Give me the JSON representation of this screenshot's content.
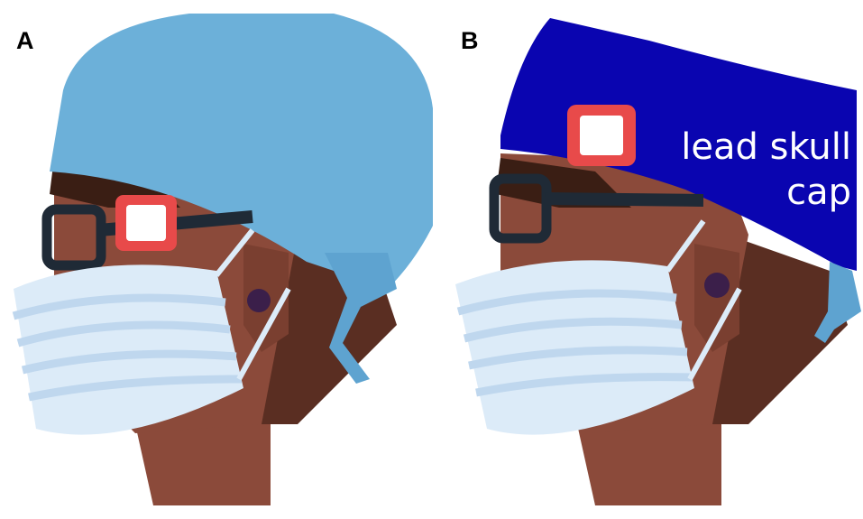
{
  "panels": [
    {
      "label": "A",
      "cap_color": "#6CB0D9",
      "tie_color": "#5EA3D0"
    },
    {
      "label": "B",
      "cap_color": "#0A05B0",
      "tie_color": "#5EA3D0",
      "cap_label_line1": "lead skull",
      "cap_label_line2": "cap"
    }
  ],
  "colors": {
    "skin": "#8B4A3A",
    "skin_dark": "#5A2E22",
    "hair": "#3A1E14",
    "mask": "#DCEBF8",
    "mask_stripe": "#BFD7EE",
    "glasses": "#1F2A36",
    "marker_red": "#E84A4A",
    "marker_white": "#FFFFFF",
    "earring": "#3B1F4A"
  }
}
